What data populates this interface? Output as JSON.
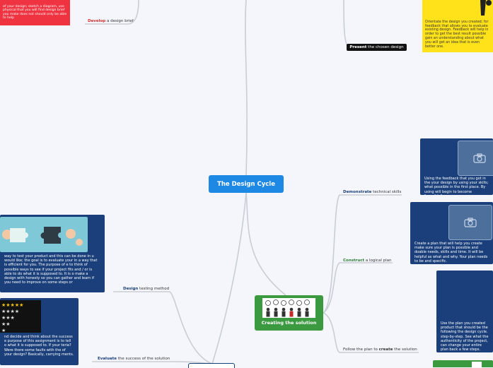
{
  "center": {
    "title": "The Design Cycle"
  },
  "creating_node": {
    "title": "Creating the solution"
  },
  "top_left": {
    "card_text": "of your design; sketch a diagram, use physical that you will find design brief you make does not should only be able to help",
    "branch_bold": "Develop",
    "branch_rest": " a design brief"
  },
  "top_right": {
    "card_text": "Orientate the design you created; for feedback that allows you to evaluate existing design. Feedback will help in order to get the best result possible gain an understanding about what you will get an idea that is even better one.",
    "branch_bold": "Present",
    "branch_rest": " the chosen design"
  },
  "right_branches": [
    {
      "bold": "Demonstrate",
      "rest": " technical skills",
      "card_text": "Using the feedback that you got in the your design by using your skills; what possible in the first place. By using will begin to become \"possible\"."
    },
    {
      "bold": "Construct",
      "rest": " a logical plan",
      "card_text": "Create a plan that will help you create make sure your plan is possible and doable needs, skills and time. It will be helpful as what and why. Your plan needs to be and specific."
    },
    {
      "pre": "Follow the plan to ",
      "bold": "create",
      "rest": " the solution",
      "card_text": "Use the plan you created product that should be the following the design cycle. step-by-step. See what the authenticity of the project, can change your entire plan back a few steps."
    }
  ],
  "left_branches": [
    {
      "bold": "Design",
      "rest": " testing method",
      "card_text": "way to test your product and this can be done in u would like; the goal is to evaluate your in a way that is efficient for you. The purpose of e to think of possible ways to see if your project fits and / or is able to do what it is supposed to. It is o make a design with honesty so you can gather and learn if you need to improve on some steps or"
    },
    {
      "bold": "Evaluate",
      "rest": " the success of the solution",
      "card_text": "nd decide and think about the success e purpose of this assignment is to tell o what it is supposed to. If your teria? Were there some faults with the of your design? Basically, carrying ments."
    }
  ],
  "icons": {
    "photo": "camera-icon",
    "puzzle": "puzzle-hands-image",
    "stars": "star-rating-image",
    "bulbs": "lightbulb-people-image"
  },
  "colors": {
    "center": "#1e88e5",
    "card": "#1a3f7a",
    "green": "#3b9a3f",
    "red": "#ef3340",
    "yellow": "#ffe21a"
  }
}
